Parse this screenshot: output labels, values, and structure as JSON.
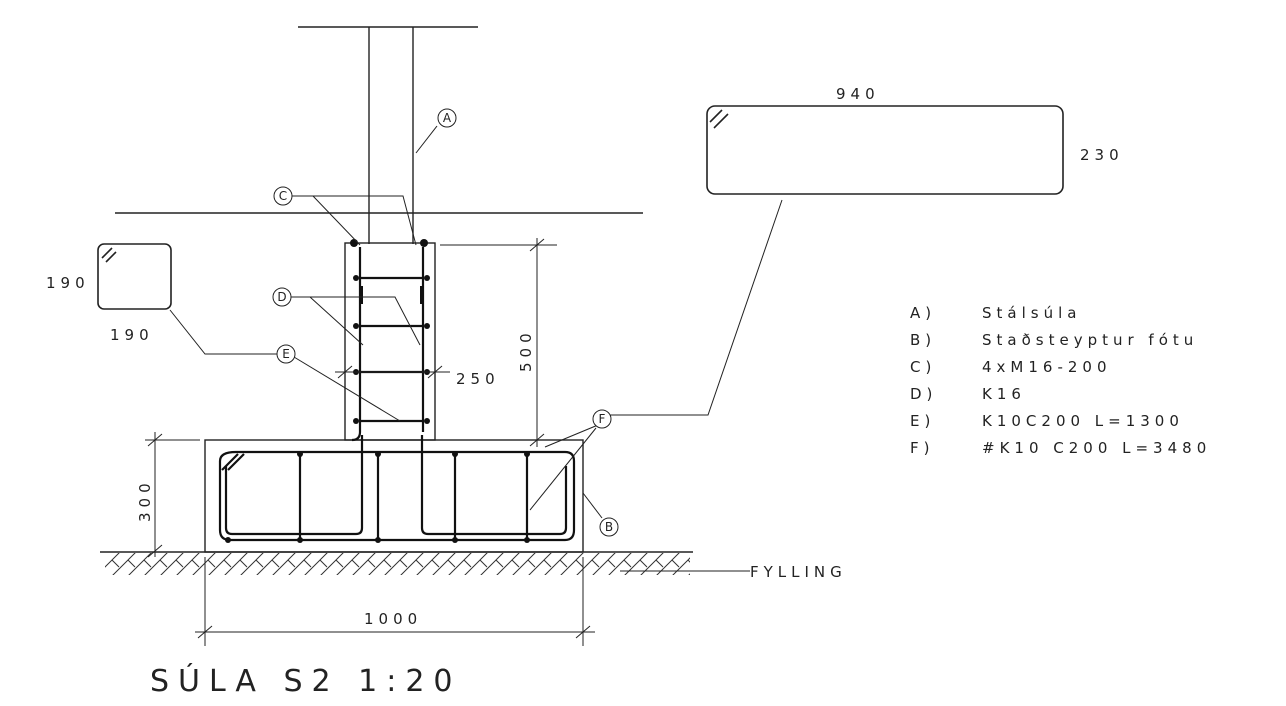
{
  "drawing": {
    "title": "SÚLA S2 1:20",
    "ground_label": "FYLLING",
    "dimensions": {
      "footing_width": "1000",
      "footing_height": "300",
      "pedestal_height": "500",
      "pedestal_width": "250",
      "stirrup_width": "190",
      "stirrup_height": "190",
      "bar_length": "940",
      "bar_height": "230"
    },
    "callouts": [
      "A",
      "B",
      "C",
      "D",
      "E",
      "F"
    ],
    "legend": [
      {
        "key": "A)",
        "text": "Stálsúla"
      },
      {
        "key": "B)",
        "text": "Staðsteyptur fótu"
      },
      {
        "key": "C)",
        "text": "4xM16-200"
      },
      {
        "key": "D)",
        "text": "K16"
      },
      {
        "key": "E)",
        "text": "K10C200 L=1300"
      },
      {
        "key": "F)",
        "text": "#K10 C200 L=3480"
      }
    ]
  }
}
